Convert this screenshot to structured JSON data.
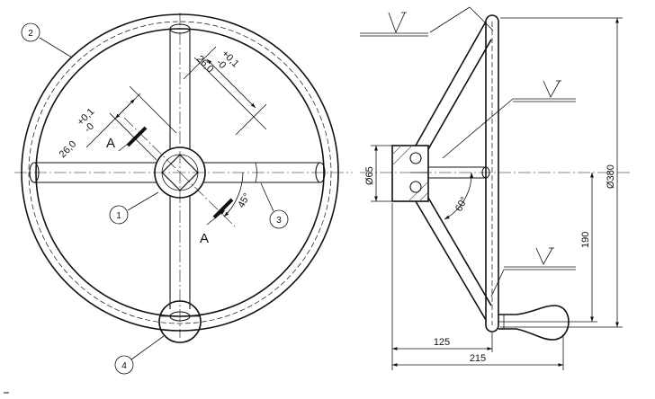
{
  "callouts": [
    "2",
    "1",
    "3",
    "4"
  ],
  "front_view": {
    "dim_spoke_upper": "26,0",
    "dim_spoke_upper_tol_plus": "+0,1",
    "dim_spoke_upper_tol_minus": "-0",
    "dim_spoke_lower": "26,0",
    "dim_spoke_lower_tol_plus": "+0,1",
    "dim_spoke_lower_tol_minus": "-0",
    "section_top": "A",
    "section_bottom": "A",
    "angle": "45°"
  },
  "side_view": {
    "hub_diameter": "Ø65",
    "spoke_angle": "60°",
    "overall_diameter": "Ø380",
    "handle_height": "190",
    "dim_hub_to_rim": "125",
    "dim_overall_depth": "215"
  }
}
